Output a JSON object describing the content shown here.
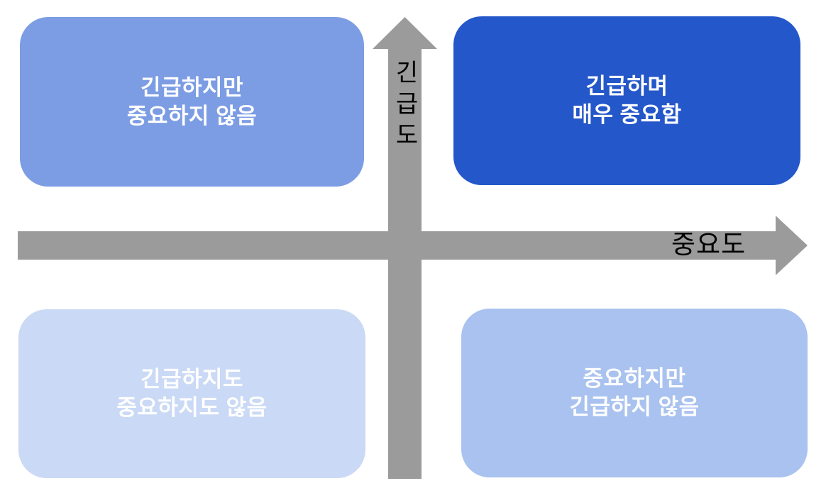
{
  "diagram": {
    "type": "priority-matrix-2x2",
    "background_color": "#FFFFFF"
  },
  "axes": {
    "vertical_label": "긴급도",
    "horizontal_label": "중요도",
    "arrow_color": "#9B9B9B",
    "label_color": "#000000"
  },
  "quadrants": {
    "top_left": {
      "line1": "긴급하지만",
      "line2": "중요하지 않음",
      "color": "#7C9DE4",
      "text_color": "#FFFFFF"
    },
    "top_right": {
      "line1": "긴급하며",
      "line2": "매우 중요함",
      "color": "#2457C9",
      "text_color": "#FFFFFF"
    },
    "bottom_left": {
      "line1": "긴급하지도",
      "line2": "중요하지도 않음",
      "color": "#CAD9F5",
      "text_color": "#FFFFFF"
    },
    "bottom_right": {
      "line1": "중요하지만",
      "line2": "긴급하지 않음",
      "color": "#A9C2EF",
      "text_color": "#FFFFFF"
    }
  }
}
